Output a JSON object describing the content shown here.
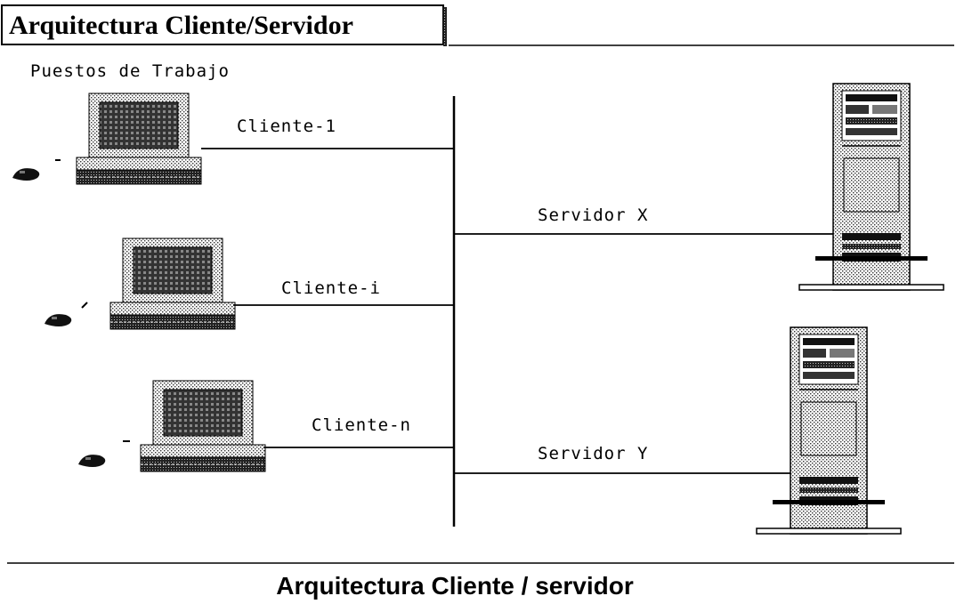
{
  "header": {
    "title": "Arquitectura Cliente/Servidor"
  },
  "workstations_label": "Puestos de Trabajo",
  "clients": [
    {
      "label": "Cliente-1"
    },
    {
      "label": "Cliente-i"
    },
    {
      "label": "Cliente-n"
    }
  ],
  "servers": [
    {
      "label": "Servidor X"
    },
    {
      "label": "Servidor Y"
    }
  ],
  "caption": "Arquitectura Cliente / servidor",
  "colors": {
    "ink": "#000000",
    "paper": "#ffffff"
  }
}
